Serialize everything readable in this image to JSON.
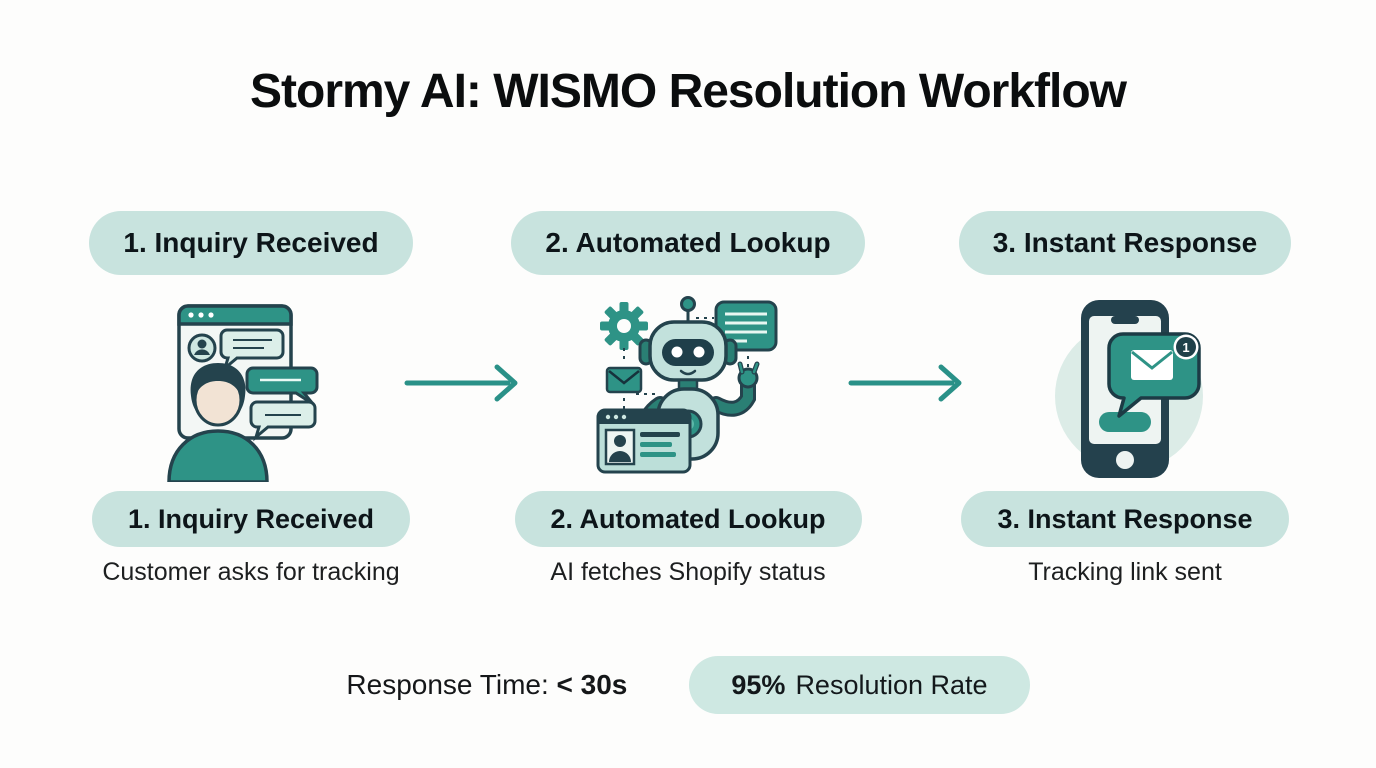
{
  "page": {
    "title": "Stormy AI: WISMO Resolution Workflow"
  },
  "colors": {
    "pill_bg": "#c8e3de",
    "footer_pill_bg": "#cee8e2",
    "teal": "#2e9386",
    "teal_dark_outline": "#24434d",
    "teal_light": "#c2e1dc",
    "arrow": "#2a9188",
    "background": "#fdfdfc",
    "text": "#0d1519"
  },
  "steps": [
    {
      "top_label": "1. Inquiry Received",
      "bottom_label": "1. Inquiry Received",
      "description": "Customer asks for tracking",
      "icon": "customer-chat-illustration"
    },
    {
      "top_label": "2. Automated Lookup",
      "bottom_label": "2. Automated Lookup",
      "description": "AI fetches Shopify status",
      "icon": "ai-robot-illustration"
    },
    {
      "top_label": "3. Instant Response",
      "bottom_label": "3. Instant Response",
      "description": "Tracking link sent",
      "icon": "phone-notification-illustration",
      "badge": "1"
    }
  ],
  "footer": {
    "response_time_label": "Response Time:",
    "response_time_value": "< 30s",
    "resolution_rate_value": "95%",
    "resolution_rate_label": "Resolution Rate"
  }
}
